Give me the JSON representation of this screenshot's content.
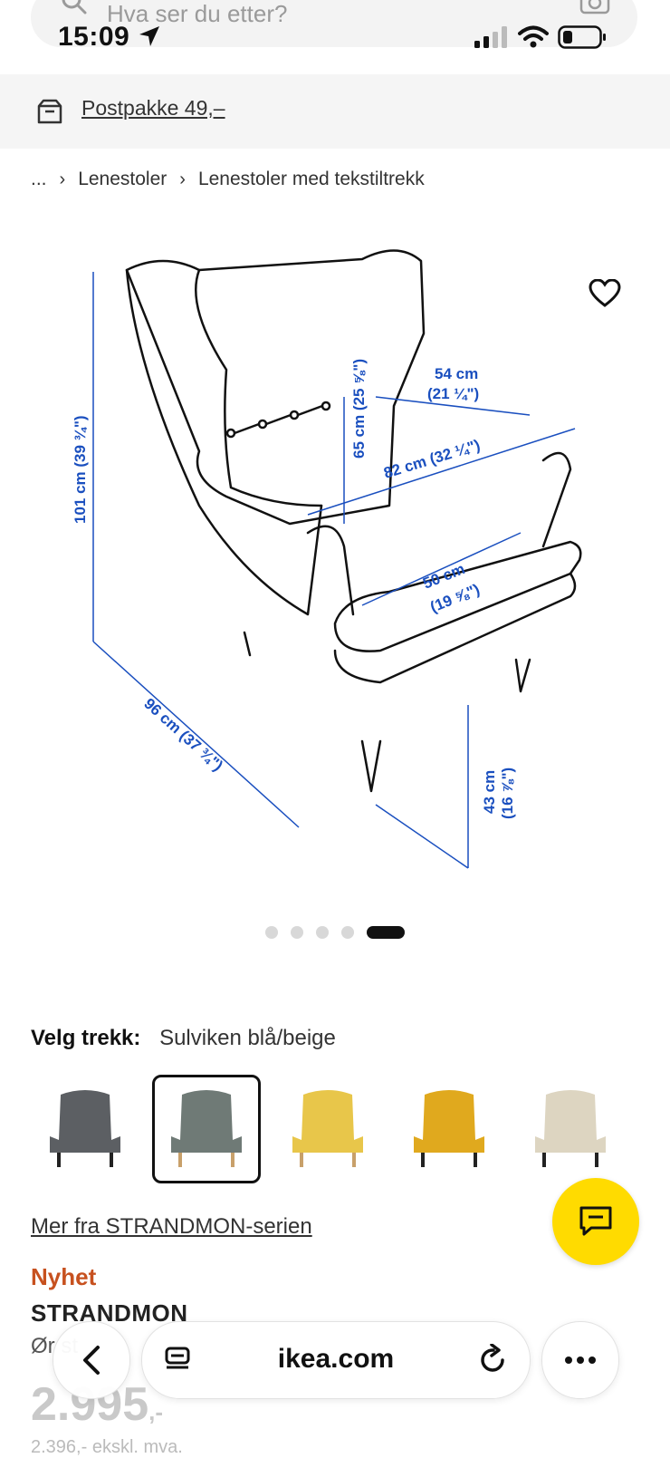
{
  "search": {
    "placeholder": "Hva ser du etter?"
  },
  "status_bar": {
    "time": "15:09"
  },
  "banner": {
    "label": "Postpakke 49,–"
  },
  "breadcrumb": {
    "ellipsis": "...",
    "items": [
      "Lenestoler",
      "Lenestoler med tekstiltrekk"
    ]
  },
  "dimensions": {
    "height": "101 cm (39 ¾\")",
    "back_height": "65 cm (25 ⅝\")",
    "seat_depth_top": "54 cm",
    "seat_depth_bottom": "(21 ¼\")",
    "width_diag": "82 cm (32 ¼\")",
    "seat_width_top": "50 cm",
    "seat_width_bottom": "(19 ⅝\")",
    "depth": "96 cm (37 ¾\")",
    "seat_height_top": "43 cm",
    "seat_height_bottom": "(16 ⅞\")"
  },
  "carousel": {
    "count": 5,
    "active_index": 4
  },
  "cover": {
    "label": "Velg trekk:",
    "selected_value": "Sulviken blå/beige",
    "swatches": [
      {
        "color": "#5c5f63"
      },
      {
        "color": "#6f7a76",
        "selected": true
      },
      {
        "color": "#e8c64a"
      },
      {
        "color": "#e0a91e"
      },
      {
        "color": "#ddd5c1"
      }
    ]
  },
  "series_link": "Mer fra STRANDMON-serien",
  "product": {
    "badge": "Nyhet",
    "name": "STRANDMON",
    "description": "Ør st",
    "price": "2.995",
    "price_suffix": ",-",
    "price_ex_vat": "2.396,- ekskl. mva."
  },
  "browser": {
    "url": "ikea.com"
  },
  "colors": {
    "accent_yellow": "#ffdb00",
    "new_badge": "#c7511f",
    "dimension_blue": "#1a4fbf"
  }
}
